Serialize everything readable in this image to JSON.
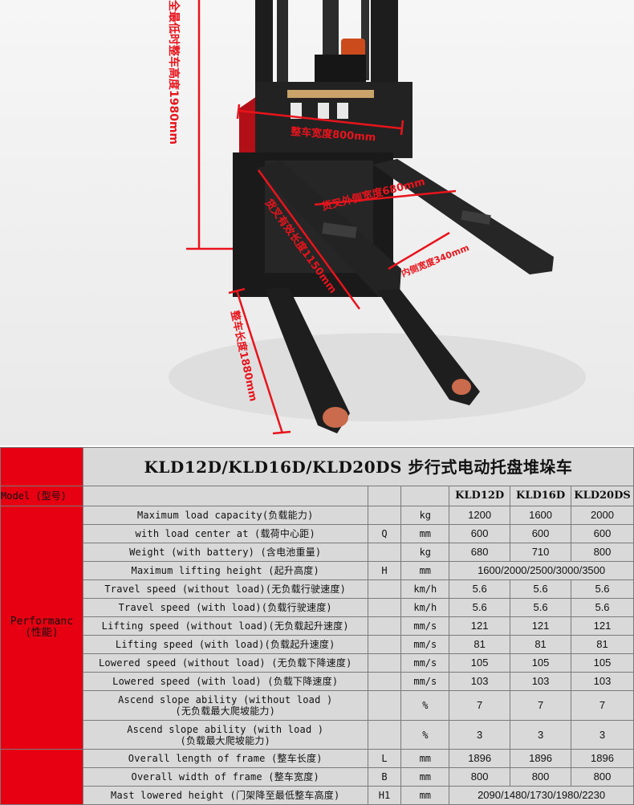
{
  "photo": {
    "dimensions": {
      "min_height": "全最低时整车高度1980mm",
      "width": "整车宽度800mm",
      "fork_outer_width": "货叉外侧宽度680mm",
      "fork_length": "货叉有效长度1150mm",
      "inner_width": "内侧宽度340mm",
      "length": "整车长度1880mm"
    },
    "colors": {
      "dimension_lines": "#e8141c",
      "body": "#1c1c1c",
      "accent": "#e60012"
    }
  },
  "table": {
    "title": "KLD12D/KLD16D/KLD20DS   步行式电动托盘堆垛车",
    "model_label": "Model (型号)",
    "performance_label": "Performanc\n(性能)",
    "models": [
      "KLD12D",
      "KLD16D",
      "KLD20DS"
    ],
    "rows": [
      {
        "desc": "Maximum load capacity(负载能力)",
        "sym": "",
        "unit": "kg",
        "values": [
          "1200",
          "1600",
          "2000"
        ]
      },
      {
        "desc": "with load center at (载荷中心距)",
        "sym": "Q",
        "unit": "mm",
        "values": [
          "600",
          "600",
          "600"
        ]
      },
      {
        "desc": "Weight  (with battery) (含电池重量)",
        "sym": "",
        "unit": "kg",
        "values": [
          "680",
          "710",
          "800"
        ]
      },
      {
        "desc": "Maximum lifting height (起升高度)",
        "sym": "H",
        "unit": "mm",
        "merged": "1600/2000/2500/3000/3500"
      },
      {
        "desc": "Travel speed (without load)(无负载行驶速度)",
        "sym": "",
        "unit": "km/h",
        "values": [
          "5.6",
          "5.6",
          "5.6"
        ]
      },
      {
        "desc": "Travel speed (with load)(负载行驶速度)",
        "sym": "",
        "unit": "km/h",
        "values": [
          "5.6",
          "5.6",
          "5.6"
        ]
      },
      {
        "desc": "Lifting speed (without load)(无负载起升速度)",
        "sym": "",
        "unit": "mm/s",
        "values": [
          "121",
          "121",
          "121"
        ]
      },
      {
        "desc": "Lifting speed (with load)(负载起升速度)",
        "sym": "",
        "unit": "mm/s",
        "values": [
          "81",
          "81",
          "81"
        ]
      },
      {
        "desc": "Lowered speed (without load) (无负载下降速度)",
        "sym": "",
        "unit": "mm/s",
        "values": [
          "105",
          "105",
          "105"
        ]
      },
      {
        "desc": "Lowered speed (with load) (负载下降速度)",
        "sym": "",
        "unit": "mm/s",
        "values": [
          "103",
          "103",
          "103"
        ]
      },
      {
        "desc": "Ascend slope ability (without load )",
        "desc2": "(无负载最大爬坡能力)",
        "sym": "",
        "unit": "%",
        "values": [
          "7",
          "7",
          "7"
        ]
      },
      {
        "desc": "Ascend slope ability (with load )",
        "desc2": "(负载最大爬坡能力)",
        "sym": "",
        "unit": "%",
        "values": [
          "3",
          "3",
          "3"
        ]
      }
    ],
    "dimension_rows": [
      {
        "desc": "Overall length of frame  (整车长度)",
        "sym": "L",
        "unit": "mm",
        "values": [
          "1896",
          "1896",
          "1896"
        ]
      },
      {
        "desc": "Overall width of frame  (整车宽度)",
        "sym": "B",
        "unit": "mm",
        "values": [
          "800",
          "800",
          "800"
        ]
      },
      {
        "desc": "Mast lowered height (门架降至最低整车高度)",
        "sym": "H1",
        "unit": "mm",
        "merged": "2090/1480/1730/1980/2230"
      }
    ]
  }
}
